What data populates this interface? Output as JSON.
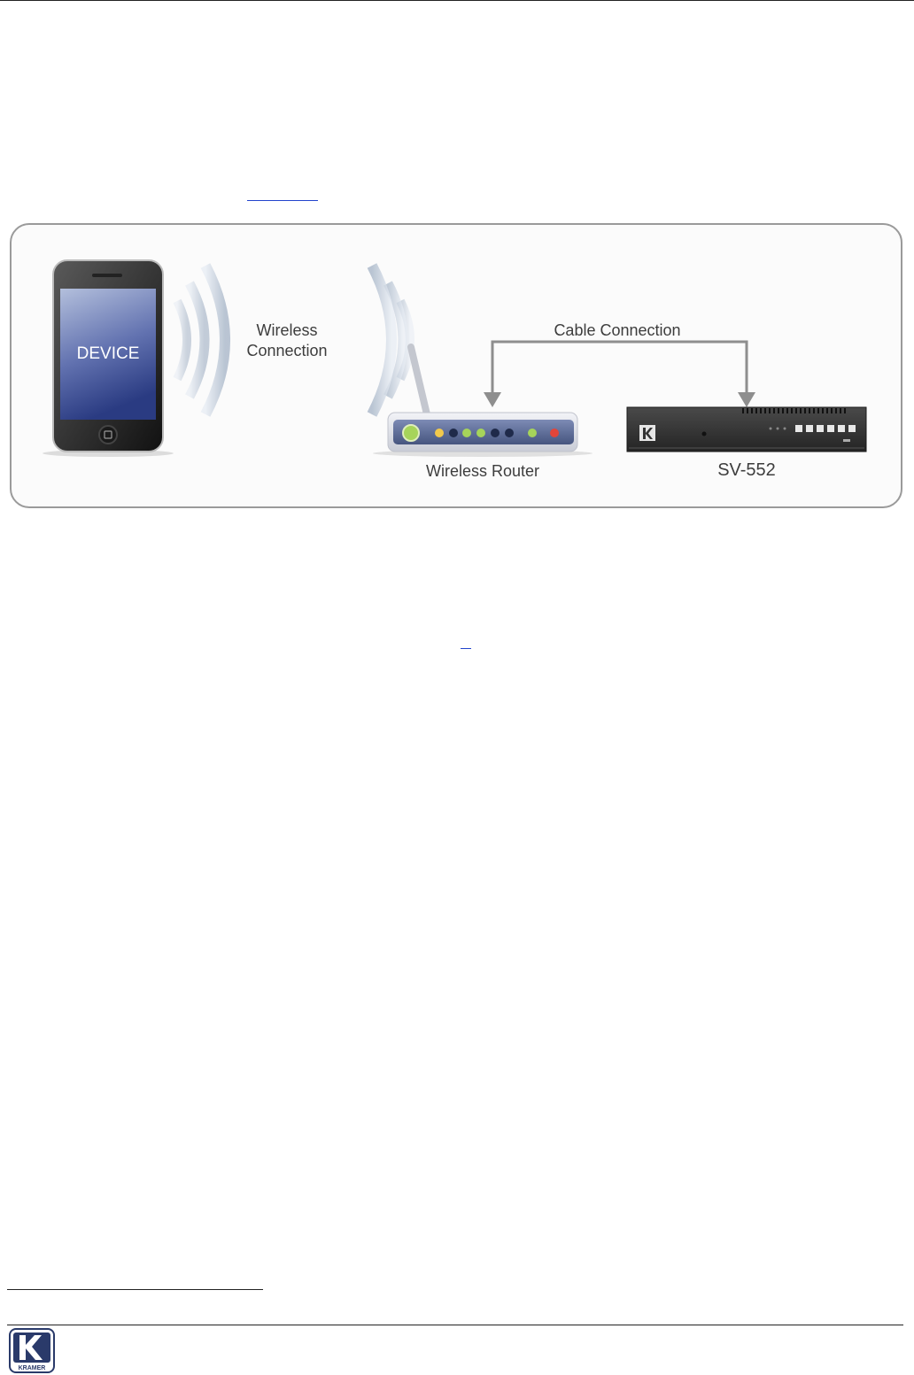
{
  "diagram": {
    "device_screen_label": "DEVICE",
    "wireless_label_line1": "Wireless",
    "wireless_label_line2": "Connection",
    "cable_label": "Cable Connection",
    "router_label": "Wireless Router",
    "switcher_label": "SV-552",
    "colors": {
      "frame": "#9a9a9a",
      "arrow": "#8e8e8e",
      "screen_top": "#a7b4d4",
      "screen_bottom": "#2c3f86",
      "router_panel": "#5a6a9a",
      "switcher_body": "#333333"
    }
  },
  "footer": {
    "logo_word": "KRAMER"
  }
}
